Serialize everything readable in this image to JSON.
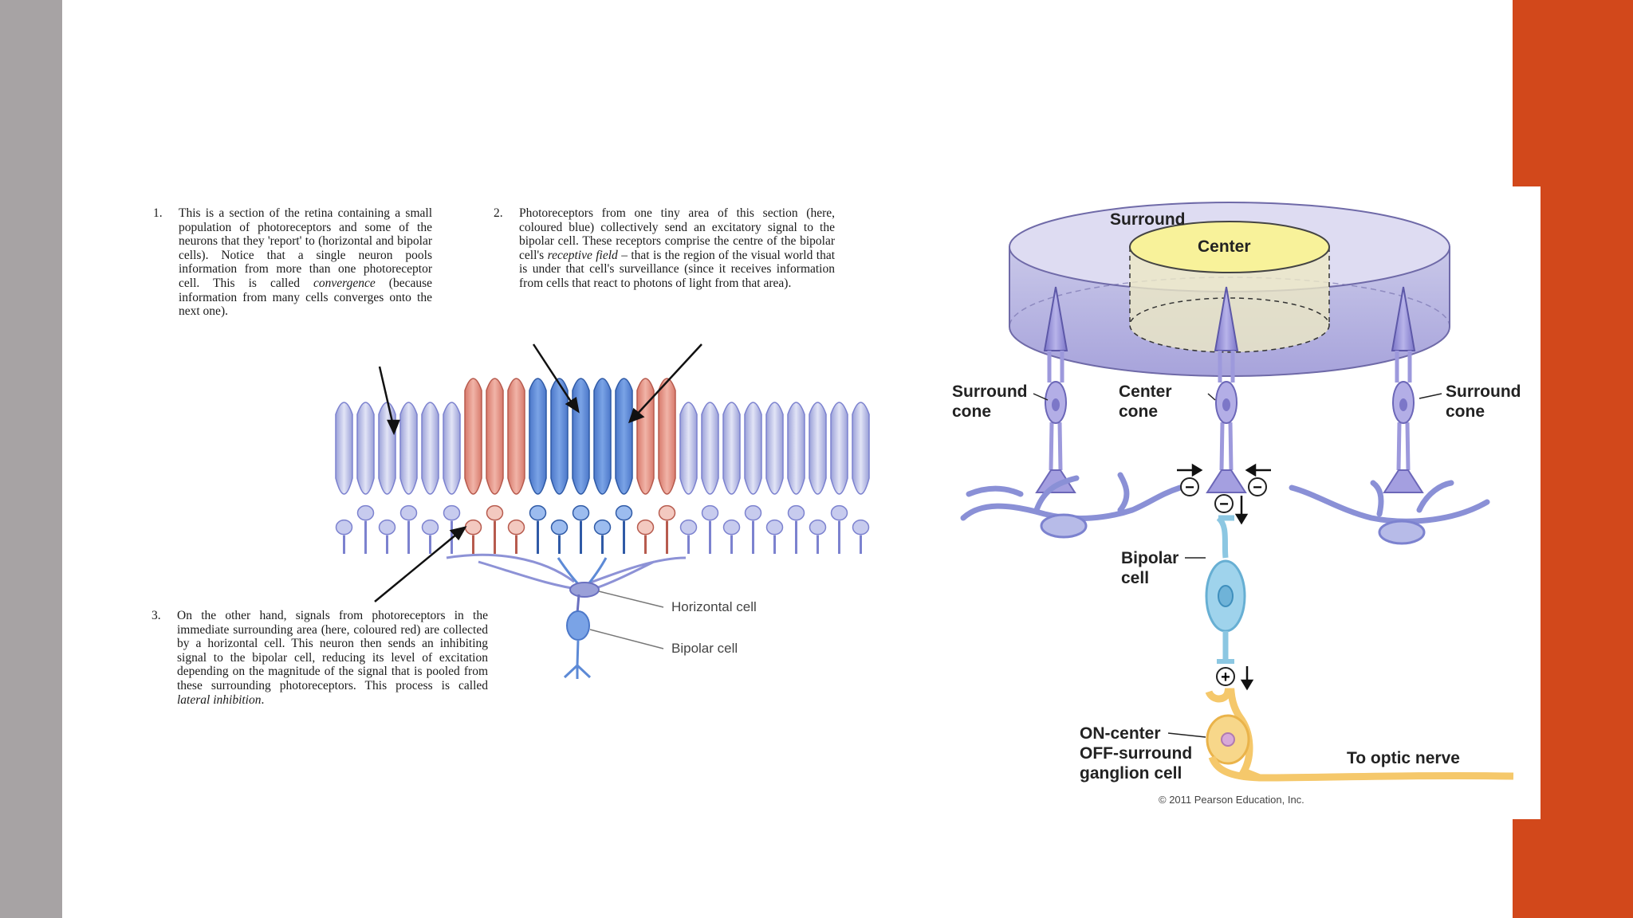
{
  "slide": {
    "accent_color": "#d2481b",
    "side_color": "#a7a3a4"
  },
  "left_figure": {
    "note1": {
      "number": "1.",
      "text_before": "This is a section of the retina containing a small population of photoreceptors and some of the neurons that they 'report' to (horizontal and bipolar cells). Notice that a single neuron pools information from more than one photoreceptor cell. This is called ",
      "emph": "convergence",
      "text_after": " (because information from many cells converges onto the next one)."
    },
    "note2": {
      "number": "2.",
      "text_before": "Photoreceptors from one tiny area of this section (here, coloured blue) collectively send an excitatory signal to the bipolar cell. These receptors comprise the centre of the bipolar cell's ",
      "emph": "receptive field",
      "text_after": " – that is the region of the visual world that is under that cell's surveillance (since it receives information from cells that react to photons of light from that area)."
    },
    "note3": {
      "number": "3.",
      "text_before": "On the other hand, signals from photoreceptors in the immediate surrounding area (here, coloured red) are collected by a horizontal cell. This neuron then sends an inhibiting signal to the bipolar cell, reducing its level of excitation depending on the magnitude of the signal that is pooled from these surrounding photoreceptors. This process is called ",
      "emph": "lateral inhibition",
      "text_after": "."
    },
    "labels": {
      "horizontal_cell": "Horizontal cell",
      "bipolar_cell": "Bipolar cell"
    }
  },
  "right_figure": {
    "surround": "Surround",
    "center": "Center",
    "surround_cone_left": [
      "Surround",
      "cone"
    ],
    "center_cone": [
      "Center",
      "cone"
    ],
    "surround_cone_right": [
      "Surround",
      "cone"
    ],
    "bipolar_cell": [
      "Bipolar",
      "cell"
    ],
    "ganglion_cell": [
      "ON-center",
      "OFF-surround",
      "ganglion cell"
    ],
    "optic_nerve": "To optic nerve",
    "copyright": "© 2011 Pearson Education, Inc.",
    "minus_sign": "−",
    "plus_sign": "+"
  }
}
